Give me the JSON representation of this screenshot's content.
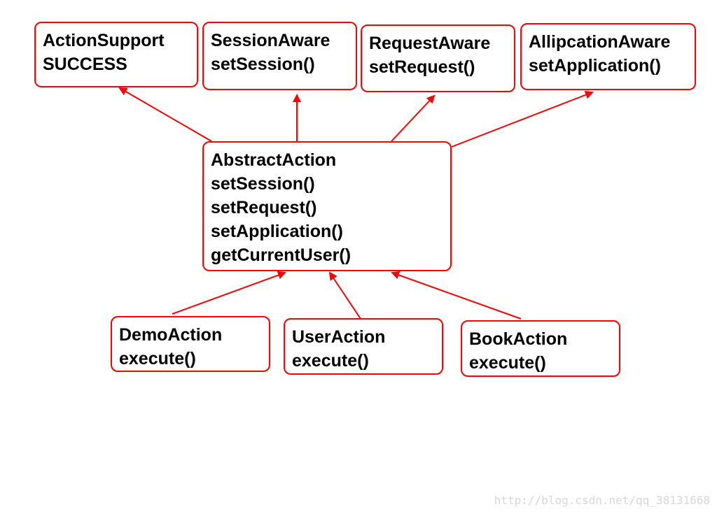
{
  "diagram": {
    "action_support": {
      "line1": "ActionSupport",
      "line2": "SUCCESS"
    },
    "session_aware": {
      "line1": "SessionAware",
      "line2": "setSession()"
    },
    "request_aware": {
      "line1": "RequestAware",
      "line2": "setRequest()"
    },
    "application_aware": {
      "line1": "AllipcationAware",
      "line2": "setApplication()"
    },
    "abstract_action": {
      "line1": "AbstractAction",
      "line2": "setSession()",
      "line3": "setRequest()",
      "line4": "setApplication()",
      "line5": "getCurrentUser()"
    },
    "demo_action": {
      "line1": "DemoAction",
      "line2": "execute()"
    },
    "user_action": {
      "line1": "UserAction",
      "line2": "execute()"
    },
    "book_action": {
      "line1": "BookAction",
      "line2": "execute()"
    }
  },
  "colors": {
    "accent": "#ff0000",
    "text": "#000000",
    "watermark": "#d8d8d8"
  },
  "watermark": "http://blog.csdn.net/qq_38131668"
}
